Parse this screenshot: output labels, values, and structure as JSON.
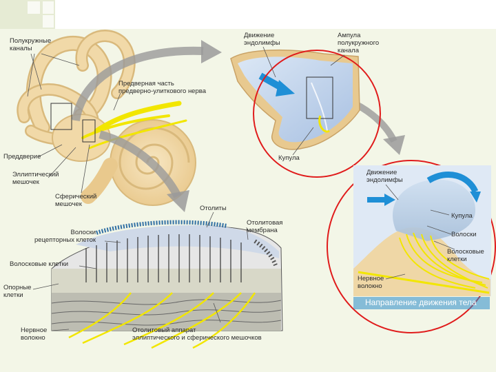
{
  "labels": {
    "semicircular_canals": "Полукружные\nканалы",
    "vestibular_nerve": "Предверная часть\nпредверно-улиткового нерва",
    "vestibule": "Преддверие",
    "utricle": "Эллиптический\nмешочек",
    "saccule": "Сферический\nмешочек",
    "endolymph_motion_1": "Движение\nэндолимфы",
    "ampulla": "Ампула\nполукружного\nканала",
    "cupula_1": "Купула",
    "endolymph_motion_2": "Движение\nэндолимфы",
    "cupula_2": "Купула",
    "hairs_1": "Волоски",
    "hair_cells_1": "Волосковые\nклетки",
    "nerve_fiber_1": "Нервное\nволокно",
    "body_motion": "Направление движения тела",
    "otoliths": "Отолиты",
    "otolith_membrane": "Отолитовая\nмембрана",
    "receptor_hairs": "Волоски\nрецепторных клеток",
    "hair_cells_2": "Волосковые клетки",
    "support_cells": "Опорные\nклетки",
    "nerve_fiber_2": "Нервное\nволокно",
    "otolith_apparatus": "Отолитовый аппарат\nэллиптического и сферического мешочков"
  },
  "colors": {
    "bone": "#f1d9a8",
    "bone_edge": "#d9b97c",
    "nerve": "#f2e600",
    "fluid": "#b9cde8",
    "arrow_gray": "#9a9a9a",
    "motion_arrow": "#1f8fd6",
    "highlight_circle": "#e01b1b"
  }
}
